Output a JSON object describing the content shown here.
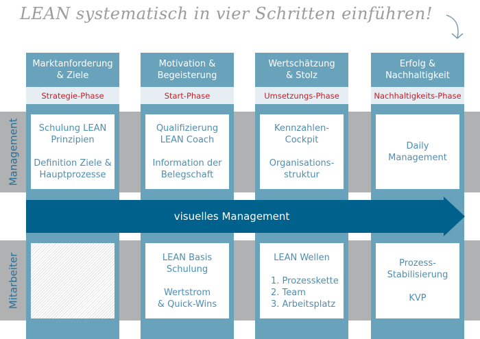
{
  "title": "LEAN systematisch in vier Schritten einführen!",
  "colors": {
    "column_blue": "#69a2bb",
    "arrow_blue": "#00628c",
    "band_gray": "#b0b1b3",
    "phase_bg": "#e6eef3",
    "phase_text": "#c0202a",
    "box_text": "#4f8db0",
    "title_gray": "#9c9c9c"
  },
  "rows": {
    "management": "Management",
    "mitarbeiter": "Mitarbeiter"
  },
  "arrow": {
    "label": "visuelles Management"
  },
  "columns": [
    {
      "header": "Marktanforderung\n& Ziele",
      "phase": "Strategie-Phase",
      "management": [
        "Schulung LEAN\nPrinzipien",
        "Definition Ziele &\nHauptprozesse"
      ],
      "mitarbeiter": []
    },
    {
      "header": "Motivation &\nBegeisterung",
      "phase": "Start-Phase",
      "management": [
        "Qualifizierung\nLEAN Coach",
        "Information der\nBelegschaft"
      ],
      "mitarbeiter": [
        "LEAN Basis\nSchulung",
        "Wertstrom\n& Quick-Wins"
      ]
    },
    {
      "header": "Wertschätzung\n& Stolz",
      "phase": "Umsetzungs-Phase",
      "management": [
        "Kennzahlen-\nCockpit",
        "Organisations-\nstruktur"
      ],
      "mitarbeiter_heading": "LEAN Wellen",
      "mitarbeiter": [
        "1. Prozesskette",
        "2. Team",
        "3. Arbeitsplatz"
      ]
    },
    {
      "header": "Erfolg &\nNachhaltigkeit",
      "phase": "Nachhaltigkeits-Phase",
      "management": [
        "Daily\nManagement"
      ],
      "mitarbeiter": [
        "Prozess-\nStabilisierung",
        "KVP"
      ]
    }
  ]
}
